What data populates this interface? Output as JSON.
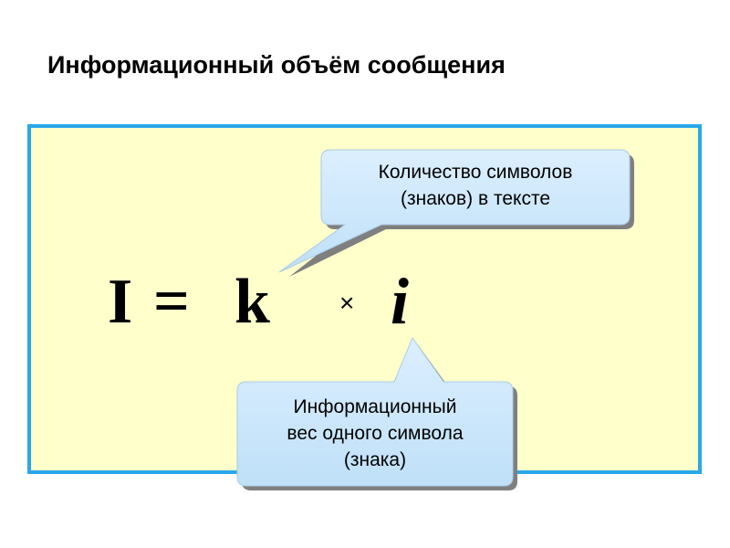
{
  "title": "Информационный объём сообщения",
  "formula": {
    "I": "I",
    "equals": "=",
    "k": "k",
    "times": "×",
    "i": "i"
  },
  "callouts": {
    "top": {
      "line1": "Количество символов",
      "line2": "(знаков) в тексте"
    },
    "bottom": {
      "line1": "Информационный",
      "line2": "вес одного символа",
      "line3": "(знака)"
    }
  },
  "colors": {
    "box_background": "#ffffcc",
    "box_border": "#2aa7ea",
    "callout_fill": "#c9e7fb",
    "callout_shadow": "#7f7f7f"
  }
}
